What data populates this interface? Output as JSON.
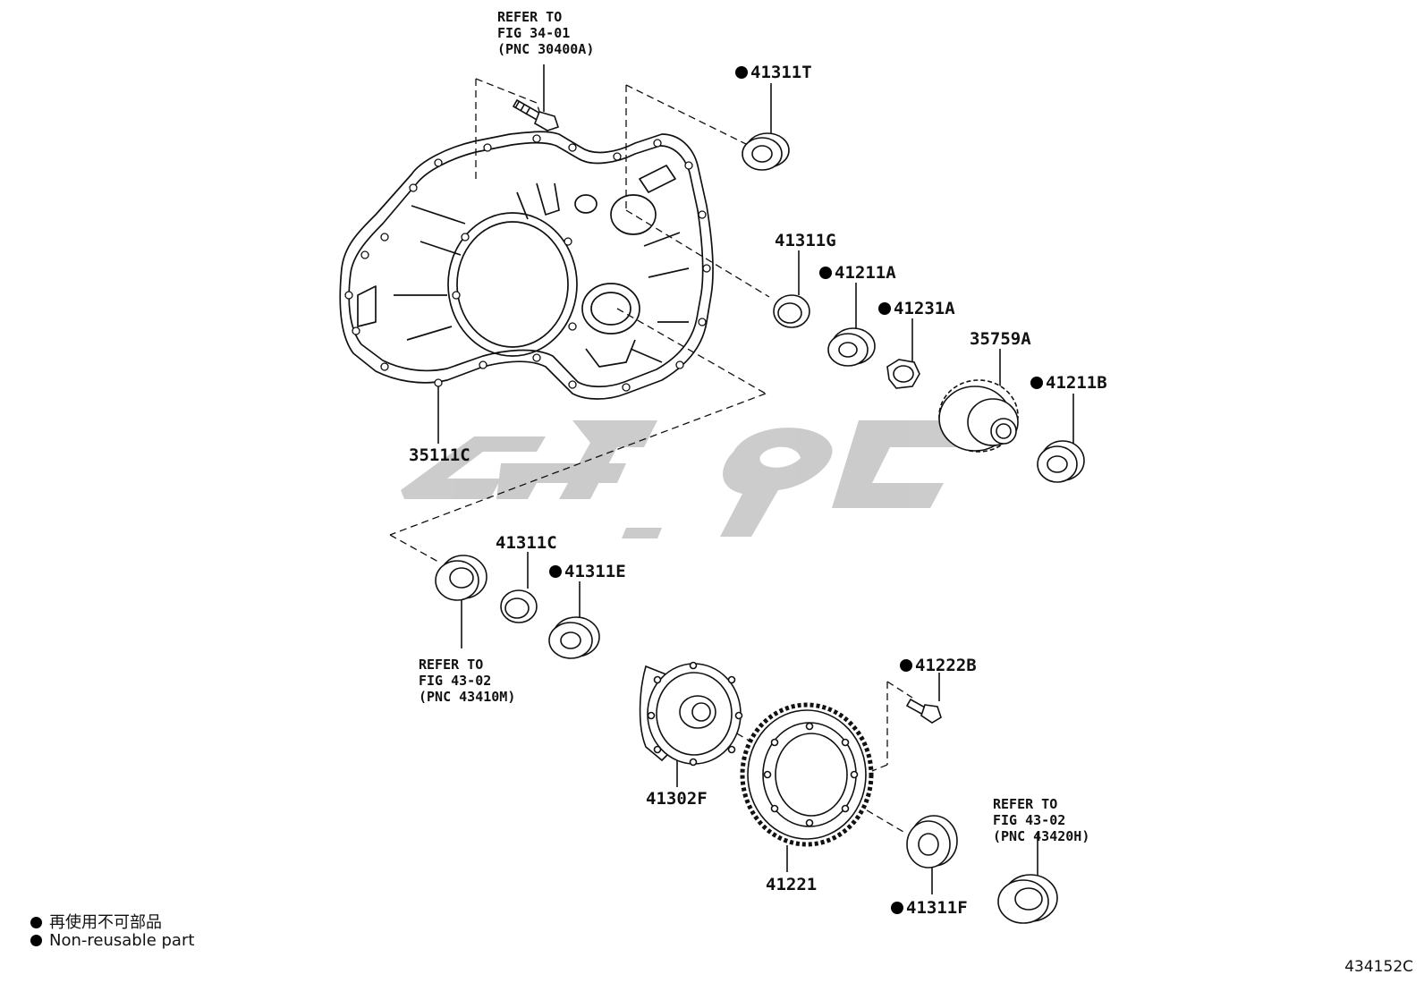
{
  "parts": {
    "p41311T": "41311T",
    "p41311G": "41311G",
    "p41211A": "41211A",
    "p41231A": "41231A",
    "p35759A": "35759A",
    "p41211B": "41211B",
    "p35111C": "35111C",
    "p41311C": "41311C",
    "p41311E": "41311E",
    "p41222B": "41222B",
    "p41302F": "41302F",
    "p41221": "41221",
    "p41311F": "41311F"
  },
  "references": {
    "top": [
      "REFER TO",
      "FIG 34-01",
      "(PNC 30400A)"
    ],
    "left": [
      "REFER TO",
      "FIG 43-02",
      "(PNC 43410M)"
    ],
    "right": [
      "REFER TO",
      "FIG 43-02",
      "(PNC 43420H)"
    ]
  },
  "legend": {
    "line1": "再使用不可部品",
    "line2": "Non-reusable part"
  },
  "figure_code": "434152C",
  "colors": {
    "line": "#111111",
    "watermark": "#c8c8c8",
    "marker": "#000000"
  }
}
